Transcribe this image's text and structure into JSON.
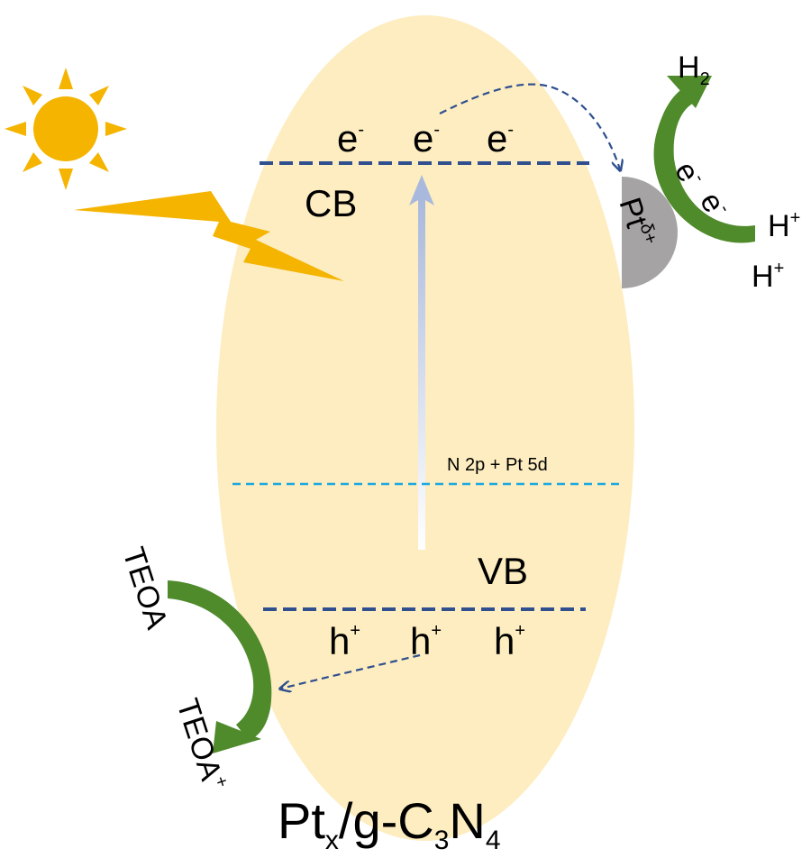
{
  "labels": {
    "cb": "CB",
    "vb": "VB",
    "electron_base": "e",
    "electron_sup": "-",
    "hole_base": "h",
    "hole_sup": "+",
    "midgap": "N 2p + Pt 5d",
    "pt_base": "Pt",
    "pt_sup": "δ+",
    "h2_base": "H",
    "h2_sub": "2",
    "proton_base": "H",
    "proton_sup": "+",
    "teoa": "TEOA",
    "teoa_plus_sup": "+",
    "title_pt": "Pt",
    "title_x": "x",
    "title_g": "/g-C",
    "title_3": "3",
    "title_n": "N",
    "title_4": "4"
  },
  "colors": {
    "particle": "#fdedc0",
    "band_line": "#2f4f8f",
    "midgap_line": "#19a8e0",
    "excitation_arrow": "#a9b9dd",
    "sun": "#f5b400",
    "bolt": "#f5b400",
    "pt": "#a5a3a4",
    "curved_arrow": "#4f8a2b"
  }
}
